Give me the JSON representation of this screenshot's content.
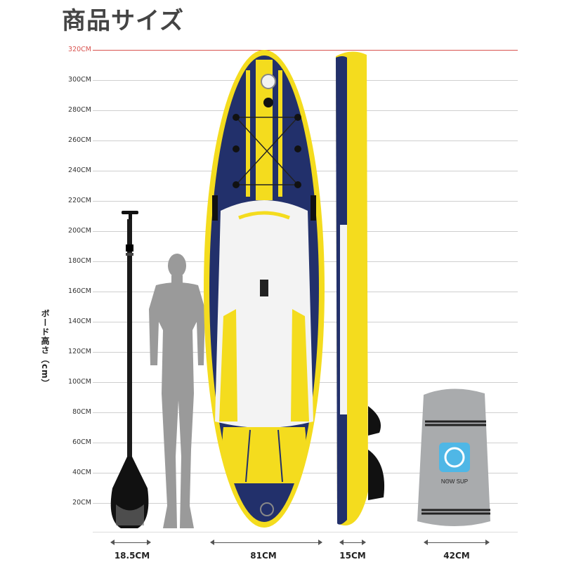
{
  "title": "商品サイズ",
  "axis": {
    "vertical_label": "ボード高さ（cm）",
    "ticks": [
      "320CM",
      "300CM",
      "280CM",
      "260CM",
      "240CM",
      "220CM",
      "200CM",
      "180CM",
      "160CM",
      "140CM",
      "120CM",
      "100CM",
      "80CM",
      "60CM",
      "40CM",
      "20CM"
    ]
  },
  "dimensions": {
    "paddle": "18.5CM",
    "board_width": "81CM",
    "board_thickness": "15CM",
    "bag": "42CM"
  },
  "colors": {
    "navy": "#22306b",
    "yellow": "#f4dc1e",
    "white_deck": "#f3f3f3",
    "bag_gray": "#a9abad",
    "logo_blue": "#4fb7e6",
    "silhouette": "#9a9a9a",
    "accent_line": "#d9534f"
  }
}
